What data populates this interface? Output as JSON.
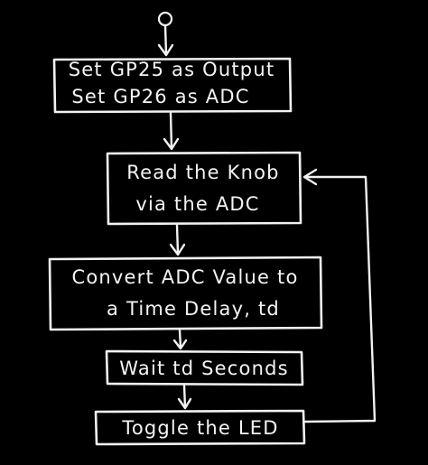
{
  "diagram": {
    "nodes": [
      {
        "id": "setup",
        "lines": [
          "Set GP25 as Output",
          "Set GP26 as ADC"
        ]
      },
      {
        "id": "read",
        "lines": [
          "Read the Knob",
          "via the ADC"
        ]
      },
      {
        "id": "convert",
        "lines": [
          "Convert ADC Value to",
          "a Time Delay, td"
        ]
      },
      {
        "id": "wait",
        "lines": [
          "Wait td Seconds"
        ]
      },
      {
        "id": "toggle",
        "lines": [
          "Toggle the LED"
        ]
      }
    ],
    "edges": [
      {
        "from": "start",
        "to": "setup"
      },
      {
        "from": "setup",
        "to": "read"
      },
      {
        "from": "read",
        "to": "convert"
      },
      {
        "from": "convert",
        "to": "wait"
      },
      {
        "from": "wait",
        "to": "toggle"
      },
      {
        "from": "toggle",
        "to": "read",
        "kind": "loop-back"
      }
    ],
    "colors": {
      "background": "#000000",
      "ink": "#f2f2f2"
    }
  }
}
